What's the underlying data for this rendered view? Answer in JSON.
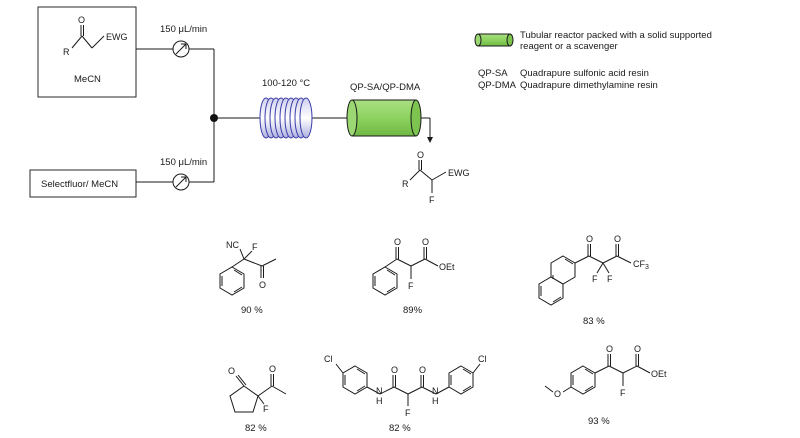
{
  "reagent_box": {
    "label": "MeCN",
    "structure": {
      "r": "R",
      "o": "O",
      "ewg": "EWG"
    }
  },
  "flow_top": "150 μL/min",
  "flow_bottom": "150 μL/min",
  "fluorinating_box": {
    "label": "Selectfluor/ MeCN"
  },
  "coil": {
    "temperature": "100-120 °C"
  },
  "packed_reactor": {
    "label": "QP-SA/QP-DMA"
  },
  "legend": {
    "reactor_text_line1": "Tubular reactor packed with a solid supported",
    "reactor_text_line2": "reagent or a scavenger",
    "abbreviations": [
      {
        "abbr": "QP-SA",
        "meaning": "Quadrapure sulfonic acid resin"
      },
      {
        "abbr": "QP-DMA",
        "meaning": "Quadrapure dimethylamine resin"
      }
    ],
    "reactor_color": "#8dd35f"
  },
  "product": {
    "r": "R",
    "o": "O",
    "ewg": "EWG",
    "f": "F"
  },
  "examples": [
    {
      "yield": "90 %",
      "atoms": {
        "nc": "NC",
        "f": "F",
        "o": "O"
      }
    },
    {
      "yield": "89%",
      "atoms": {
        "o1": "O",
        "o2": "O",
        "oet": "OEt",
        "f": "F"
      }
    },
    {
      "yield": "83 %",
      "atoms": {
        "o": "O",
        "cf3": "CF",
        "cf3_sub": "3",
        "f1": "F",
        "f2": "F"
      }
    },
    {
      "yield": "82 %",
      "atoms": {
        "o1": "O",
        "o2": "O",
        "f": "F"
      }
    },
    {
      "yield": "82 %",
      "atoms": {
        "cl1": "Cl",
        "cl2": "Cl",
        "h1": "H",
        "n1": "N",
        "h2": "H",
        "n2": "N",
        "o1": "O",
        "o2": "O",
        "f": "F"
      }
    },
    {
      "yield": "93 %",
      "atoms": {
        "o_me": "O",
        "o1": "O",
        "o2": "O",
        "oet": "OEt",
        "f": "F"
      }
    }
  ]
}
